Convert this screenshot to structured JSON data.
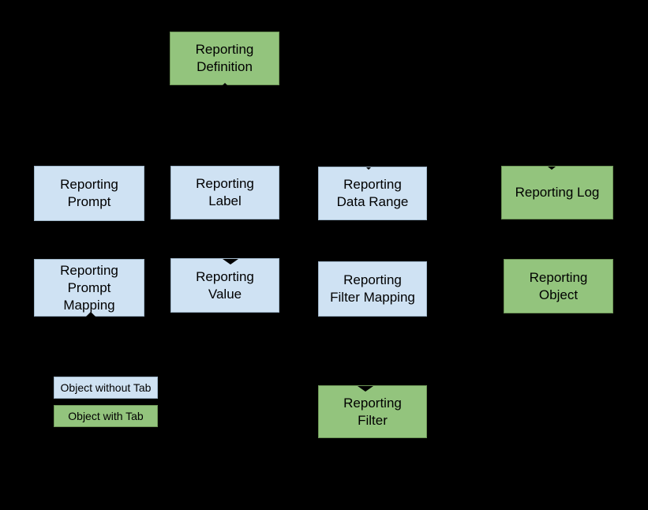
{
  "diagram": {
    "colors": {
      "background": "#000000",
      "object_with_tab_fill": "#93c47d",
      "object_with_tab_border": "#6e9657",
      "object_without_tab_fill": "#cfe2f3",
      "object_without_tab_border": "#9fb6c9",
      "text": "#000000",
      "connector": "#000000"
    },
    "nodes": [
      {
        "id": "reporting-definition",
        "type": "with-tab",
        "label": "Reporting\nDefinition"
      },
      {
        "id": "reporting-prompt",
        "type": "without-tab",
        "label": "Reporting\nPrompt"
      },
      {
        "id": "reporting-label",
        "type": "without-tab",
        "label": "Reporting\nLabel"
      },
      {
        "id": "reporting-data-range",
        "type": "without-tab",
        "label": "Reporting\nData Range"
      },
      {
        "id": "reporting-log",
        "type": "with-tab",
        "label": "Reporting Log"
      },
      {
        "id": "reporting-prompt-mapping",
        "type": "without-tab",
        "label": "Reporting\nPrompt\nMapping"
      },
      {
        "id": "reporting-value",
        "type": "without-tab",
        "label": "Reporting\nValue"
      },
      {
        "id": "reporting-filter-mapping",
        "type": "without-tab",
        "label": "Reporting\nFilter Mapping"
      },
      {
        "id": "reporting-object",
        "type": "with-tab",
        "label": "Reporting\nObject"
      },
      {
        "id": "reporting-filter",
        "type": "with-tab",
        "label": "Reporting\nFilter"
      }
    ],
    "legend": {
      "items": [
        {
          "label": "Object without Tab",
          "type": "without-tab"
        },
        {
          "label": "Object with Tab",
          "type": "with-tab"
        }
      ]
    }
  }
}
